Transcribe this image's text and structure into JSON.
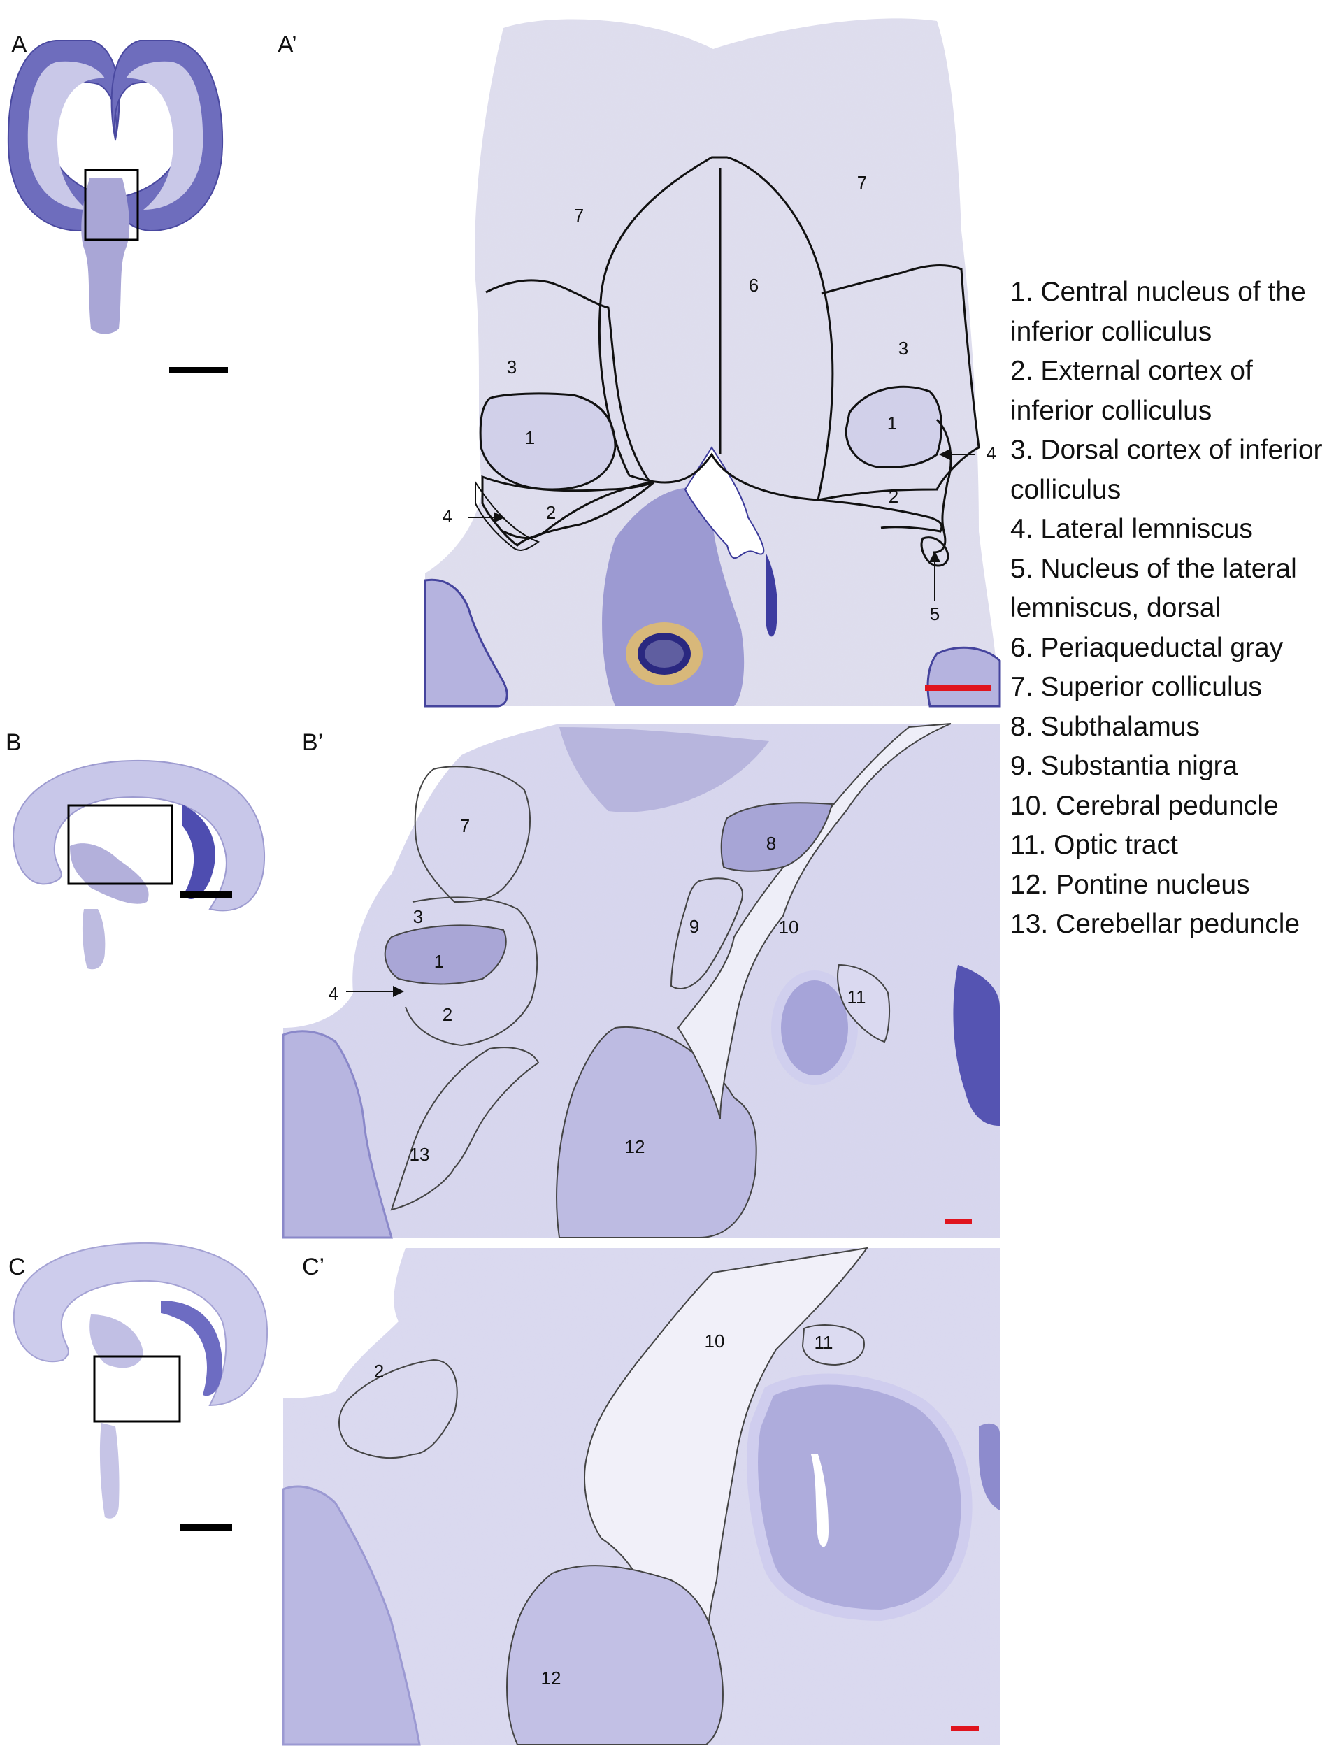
{
  "panels": {
    "A": "A",
    "A_prime": "A’",
    "B": "B",
    "B_prime": "B’",
    "C": "C",
    "C_prime": "C’"
  },
  "legend": [
    "1. Central nucleus of the inferior colliculus",
    "2. External cortex of inferior colliculus",
    "3. Dorsal cortex of inferior colliculus",
    "4. Lateral lemniscus",
    "5. Nucleus of the lateral lemniscus, dorsal",
    "6. Periaqueductal gray",
    "7. Superior colliculus",
    "8. Subthalamus",
    "9. Substantia nigra",
    "10. Cerebral peduncle",
    "11. Optic tract",
    "12. Pontine nucleus",
    "13. Cerebellar peduncle"
  ],
  "region_labels": {
    "a": [
      "7",
      "7",
      "6",
      "3",
      "3",
      "1",
      "1",
      "4",
      "4",
      "2",
      "2",
      "5"
    ],
    "b": [
      "7",
      "8",
      "3",
      "1",
      "4",
      "2",
      "9",
      "10",
      "11",
      "13",
      "12"
    ],
    "c": [
      "2",
      "10",
      "11",
      "12"
    ]
  },
  "colors": {
    "stain_light": "#dcdcee",
    "stain_mid": "#b9b8e0",
    "stain_dark": "#5a5ab0",
    "scale_black": "#000000",
    "scale_red": "#e0141e"
  },
  "scale_bars": {
    "overview": "black",
    "detail": "red"
  }
}
